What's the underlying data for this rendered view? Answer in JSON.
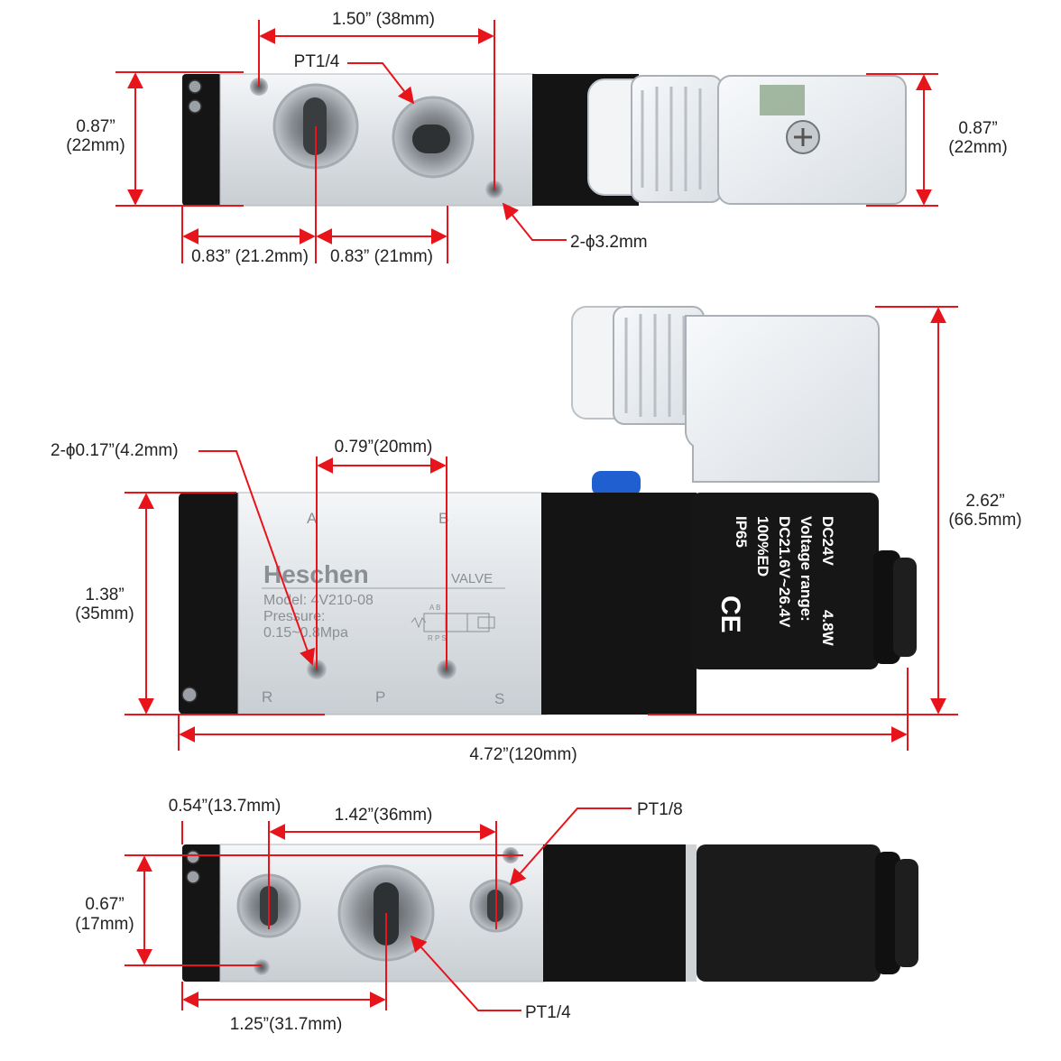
{
  "colors": {
    "dimension_line": "#e8141b",
    "body_aluminum": "#e2e5e8",
    "coil_black": "#141414",
    "text": "#222222"
  },
  "top_view": {
    "dim_port_spacing": "1.50” (38mm)",
    "port_label": "PT1/4",
    "height_left_in": "0.87”",
    "height_left_mm": "(22mm)",
    "height_right_in": "0.87”",
    "height_right_mm": "(22mm)",
    "dim_left_offset": "0.83” (21.2mm)",
    "dim_mid_offset": "0.83” (21mm)",
    "mount_holes": "2-ϕ3.2mm"
  },
  "front_view": {
    "holes_label": "2-ϕ0.17”(4.2mm)",
    "dim_hole_spacing": "0.79”(20mm)",
    "height_in": "1.38”",
    "height_mm": "(35mm)",
    "total_height_in": "2.62”",
    "total_height_mm": "(66.5mm)",
    "total_length": "4.72”(120mm)",
    "engraving": {
      "brand": "Heschen",
      "valve": "VALVE",
      "model": "Model: 4V210-08",
      "pressure": "Pressure:",
      "pressure_range": "0.15~0.8Mpa",
      "port_a": "A",
      "port_b": "B",
      "port_r": "R",
      "port_p": "P",
      "port_s": "S",
      "symbol_top": "A B",
      "symbol_bottom": "R P S"
    },
    "coil_label": {
      "voltage": "DC24V",
      "power": "4.8W",
      "range_title": "Voltage range:",
      "range": "DC21.6V~26.4V",
      "duty": "100%ED",
      "rating": "IP65",
      "ce": "CE"
    }
  },
  "bottom_view": {
    "dim_left_offset": "0.54”(13.7mm)",
    "dim_port_spacing": "1.42”(36mm)",
    "small_port_label": "PT1/8",
    "height_in": "0.67”",
    "height_mm": "(17mm)",
    "dim_center_offset": "1.25”(31.7mm)",
    "center_port_label": "PT1/4"
  }
}
